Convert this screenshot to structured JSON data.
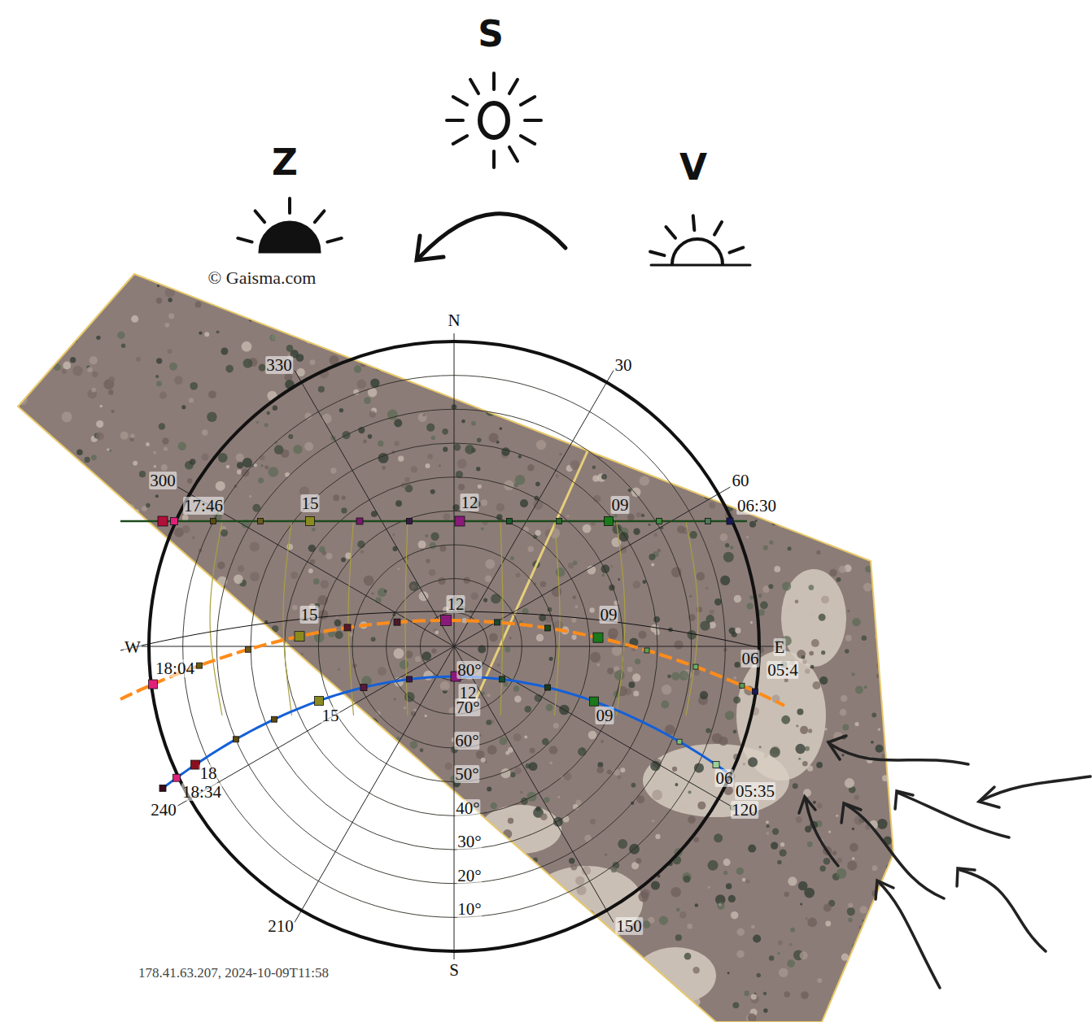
{
  "diagram": {
    "labels": [
      "S",
      "Z",
      "V",
      "© Gaisma.com",
      "N",
      "330",
      "30",
      "300",
      "17:46",
      "15",
      "12",
      "09",
      "60",
      "06:30",
      "15",
      "12",
      "09",
      "W",
      "E",
      "18:04",
      "06",
      "05:4",
      "80°",
      "12",
      "70°",
      "60°",
      "15",
      "09",
      "50°",
      "18",
      "18:34",
      "240",
      "06",
      "05:35",
      "120",
      "40°",
      "30°",
      "20°",
      "10°",
      "210",
      "150",
      "S",
      "178.41.63.207, 2024-10-09T11:58"
    ]
  }
}
